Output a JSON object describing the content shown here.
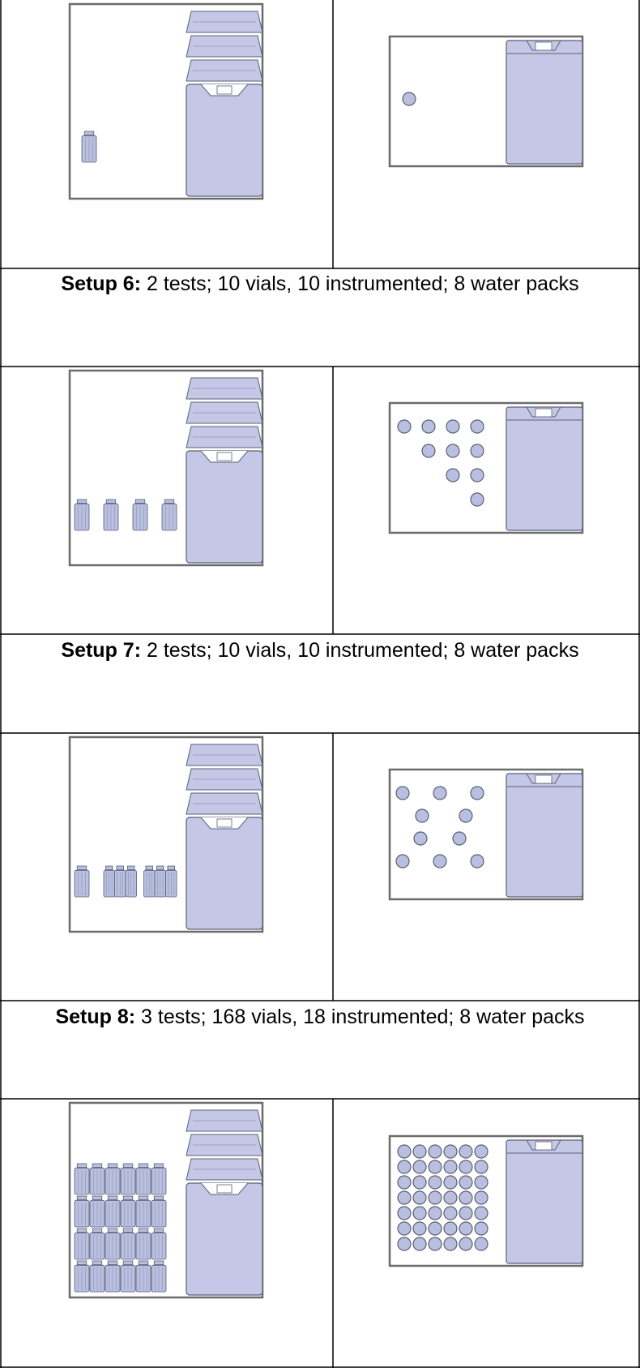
{
  "colors": {
    "vial_fill": "#b9bfde",
    "vial_stroke": "#5a5f78",
    "pack_fill": "#c4c8e6",
    "box_stroke": "#6b6b6b",
    "grid": "#000000"
  },
  "captions": [
    {
      "label": "Setup 6:",
      "text": " 2 tests; 10 vials, 10 instrumented; 8 water packs"
    },
    {
      "label": "Setup 7:",
      "text": " 2 tests; 10 vials, 10 instrumented; 8 water packs"
    },
    {
      "label": "Setup 8:",
      "text": " 3 tests; 168 vials, 18 instrumented; 8 water packs"
    }
  ],
  "rows": [
    {
      "side_view": {
        "vial_stack": [
          1
        ]
      },
      "top_view": {
        "vial_rows": [
          1
        ]
      }
    },
    {
      "side_view": {
        "vial_stack": [
          1,
          1,
          1,
          1
        ]
      },
      "top_view": {
        "vial_rows": [
          4,
          3,
          2,
          1
        ]
      }
    },
    {
      "side_view": {
        "vial_stack": [
          1,
          3,
          3
        ]
      },
      "top_view": {
        "vial_rows": [
          3,
          2,
          2,
          3
        ]
      }
    },
    {
      "side_view": {
        "vial_stack": [
          6,
          6,
          6,
          6,
          6,
          6
        ]
      },
      "top_view": {
        "vial_rows": [
          6,
          6,
          6,
          6,
          6,
          6,
          6
        ]
      }
    }
  ]
}
